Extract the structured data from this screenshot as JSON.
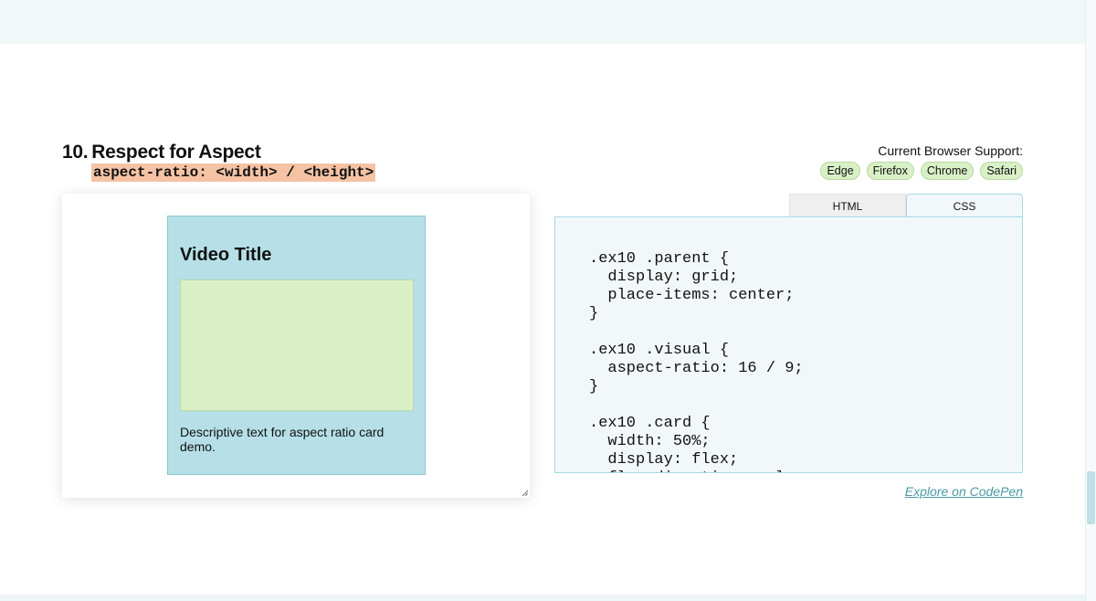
{
  "section": {
    "number": "10.",
    "title": "Respect for Aspect",
    "syntax": "aspect-ratio: <width> / <height>"
  },
  "browser_support": {
    "label": "Current Browser Support:",
    "browsers": [
      "Edge",
      "Firefox",
      "Chrome",
      "Safari"
    ]
  },
  "demo": {
    "card_title": "Video Title",
    "card_description": "Descriptive text for aspect ratio card demo."
  },
  "code_tabs": {
    "html_label": "HTML",
    "css_label": "CSS",
    "active": "CSS"
  },
  "code": {
    "css": ".ex10 .parent {\n  display: grid;\n  place-items: center;\n}\n\n.ex10 .visual {\n  aspect-ratio: 16 / 9;\n}\n\n.ex10 .card {\n  width: 50%;\n  display: flex;\n  flex-direction: column;"
  },
  "link": {
    "codepen": "Explore on CodePen"
  }
}
